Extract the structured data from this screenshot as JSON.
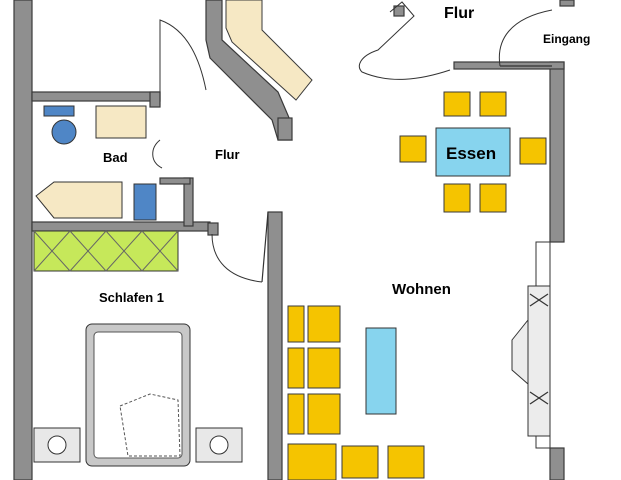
{
  "plan": {
    "rooms": {
      "flur_top": "Flur",
      "eingang": "Eingang",
      "flur_mid": "Flur",
      "bad": "Bad",
      "essen": "Essen",
      "wohnen": "Wohnen",
      "schlafen": "Schlafen 1"
    }
  },
  "colors": {
    "wall": "#8f8f8f",
    "seat": "#f5c400",
    "table": "#87d4ee",
    "cabinet": "#f6e8c4",
    "bath_blue": "#4f86c6",
    "wardrobe": "#c6e85a",
    "chimney": "#f6e8c4"
  }
}
